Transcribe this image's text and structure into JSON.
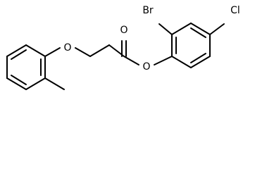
{
  "molecule": {
    "atoms": {
      "bromine": "Br",
      "chlorine": "Cl",
      "carbonyl_oxygen": "O",
      "ester_oxygen": "O",
      "ether_oxygen": "O"
    }
  }
}
